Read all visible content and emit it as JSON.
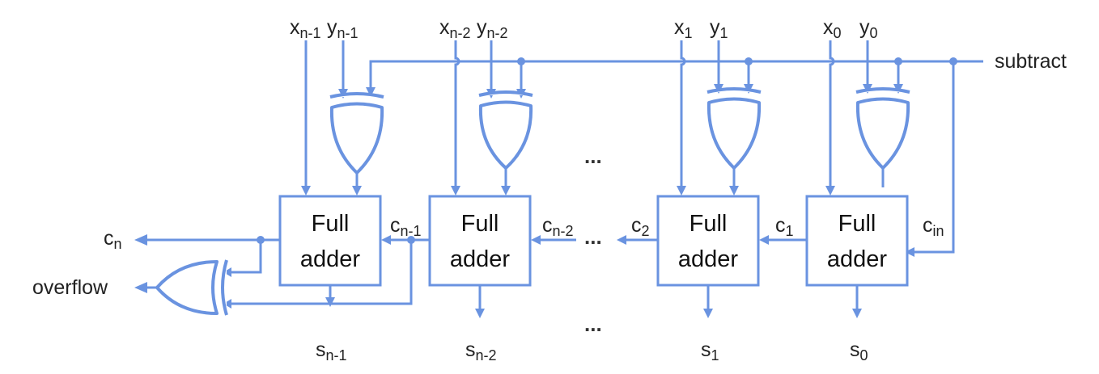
{
  "colors": {
    "wire": "#6a93e0",
    "text": "#222222",
    "background": "#ffffff"
  },
  "inputs": {
    "x_n1": {
      "base": "x",
      "sub": "n-1"
    },
    "y_n1": {
      "base": "y",
      "sub": "n-1"
    },
    "x_n2": {
      "base": "x",
      "sub": "n-2"
    },
    "y_n2": {
      "base": "y",
      "sub": "n-2"
    },
    "x_1": {
      "base": "x",
      "sub": "1"
    },
    "y_1": {
      "base": "y",
      "sub": "1"
    },
    "x_0": {
      "base": "x",
      "sub": "0"
    },
    "y_0": {
      "base": "y",
      "sub": "0"
    }
  },
  "subtract_label": "subtract",
  "adders": [
    {
      "line1": "Full",
      "line2": "adder"
    },
    {
      "line1": "Full",
      "line2": "adder"
    },
    {
      "line1": "Full",
      "line2": "adder"
    },
    {
      "line1": "Full",
      "line2": "adder"
    }
  ],
  "carries": {
    "c_n": {
      "base": "c",
      "sub": "n"
    },
    "c_n1": {
      "base": "c",
      "sub": "n-1"
    },
    "c_n2": {
      "base": "c",
      "sub": "n-2"
    },
    "c_2": {
      "base": "c",
      "sub": "2"
    },
    "c_1": {
      "base": "c",
      "sub": "1"
    },
    "c_in": {
      "base": "c",
      "sub": "in"
    }
  },
  "overflow_label": "overflow",
  "sums": {
    "s_n1": {
      "base": "s",
      "sub": "n-1"
    },
    "s_n2": {
      "base": "s",
      "sub": "n-2"
    },
    "s_1": {
      "base": "s",
      "sub": "1"
    },
    "s_0": {
      "base": "s",
      "sub": "0"
    }
  },
  "ellipsis": "..."
}
